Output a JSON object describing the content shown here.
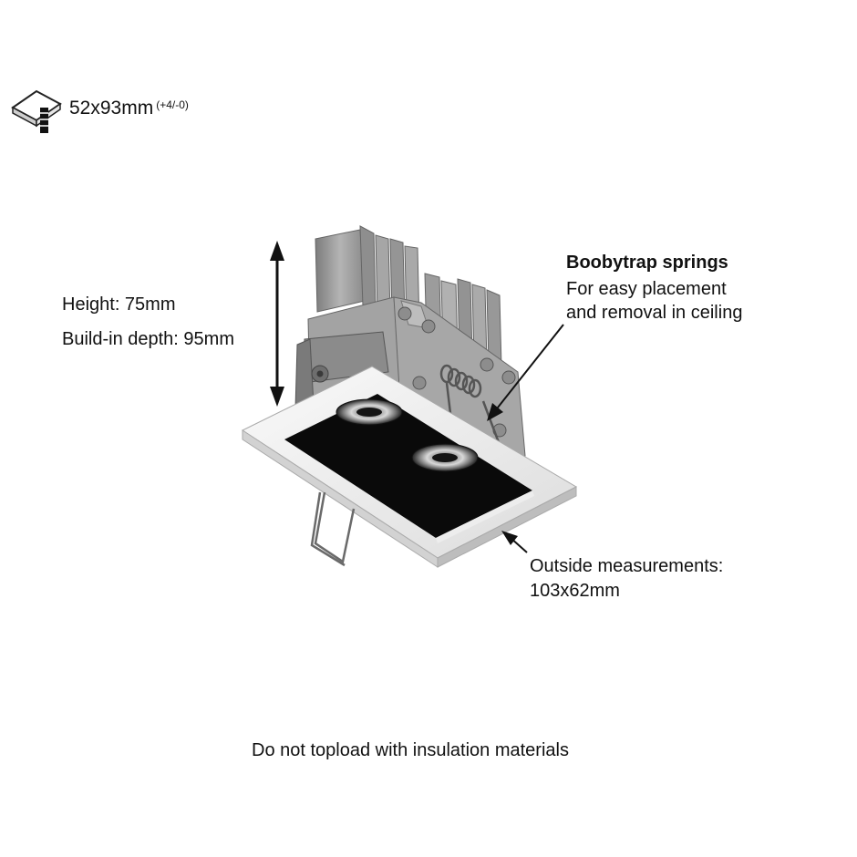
{
  "cutout": {
    "icon": "ceiling-cutout-icon",
    "label": "52x93mm",
    "tolerance": "(+4/-0)"
  },
  "dimensions": {
    "height": "Height: 75mm",
    "depth": "Build-in depth: 95mm"
  },
  "springs": {
    "title": "Boobytrap springs",
    "line1": "For easy placement",
    "line2": "and removal in ceiling"
  },
  "outside": {
    "line1": "Outside measurements:",
    "line2": "103x62mm"
  },
  "warning": "Do not topload with insulation materials",
  "colors": {
    "frame": "#f2f2f2",
    "housing": "#9a9a9a",
    "housing_dark": "#7c7c7c",
    "opening": "#0a0a0a",
    "spring": "#555555"
  }
}
